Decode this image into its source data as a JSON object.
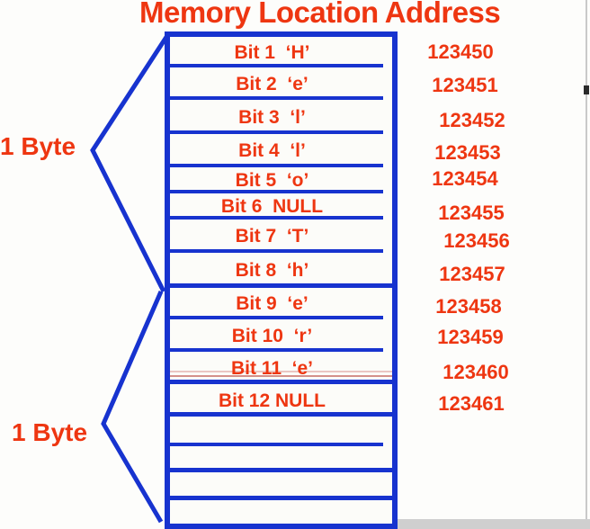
{
  "title": {
    "memory_location": "Memory Location",
    "address": "Address"
  },
  "byte_groups": [
    {
      "label": "1 Byte"
    },
    {
      "label": "1 Byte"
    }
  ],
  "memory_table": {
    "rows": [
      {
        "label": "Bit 1  ‘H’",
        "address": "123450"
      },
      {
        "label": "Bit 2  ‘e’",
        "address": "123451"
      },
      {
        "label": "Bit 3  ‘l’",
        "address": "123452"
      },
      {
        "label": "Bit 4  ‘l’",
        "address": "123453"
      },
      {
        "label": "Bit 5  ‘o’",
        "address": "123454"
      },
      {
        "label": "Bit 6  NULL",
        "address": "123455"
      },
      {
        "label": "Bit 7  ‘T’",
        "address": "123456"
      },
      {
        "label": "Bit 8  ‘h’",
        "address": "123457"
      },
      {
        "label": "Bit 9  ‘e’",
        "address": "123458"
      },
      {
        "label": "Bit 10  ‘r’",
        "address": "123459"
      },
      {
        "label": "Bit 11  ‘e’",
        "address": "123460"
      },
      {
        "label": "Bit 12 NULL",
        "address": "123461"
      },
      {
        "label": "",
        "address": ""
      },
      {
        "label": "",
        "address": ""
      },
      {
        "label": "",
        "address": ""
      },
      {
        "label": "",
        "address": ""
      }
    ]
  },
  "colors": {
    "accent_red": "#ee3611",
    "line_blue": "#1733cf",
    "pink_line": "#d4908a"
  }
}
